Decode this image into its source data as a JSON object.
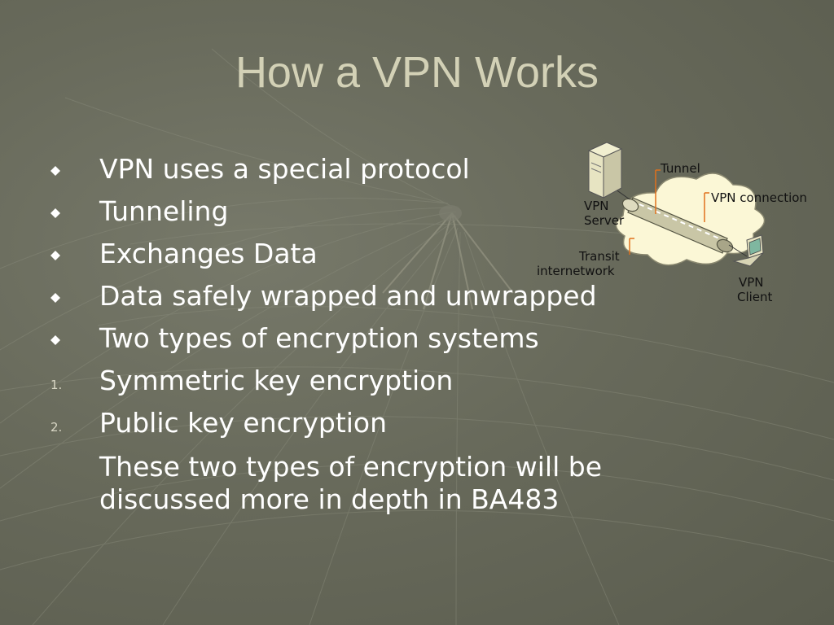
{
  "slide": {
    "title": "How a VPN Works"
  },
  "bullets": [
    {
      "marker": "diamond",
      "text": "VPN uses a special protocol"
    },
    {
      "marker": "diamond",
      "text": "Tunneling"
    },
    {
      "marker": "diamond",
      "text": "Exchanges Data"
    },
    {
      "marker": "diamond",
      "text": "Data safely wrapped and unwrapped"
    },
    {
      "marker": "diamond",
      "text": "Two types of encryption systems"
    },
    {
      "marker": "1.",
      "text": "Symmetric key encryption"
    },
    {
      "marker": "2.",
      "text": "Public key encryption"
    },
    {
      "marker": "",
      "text_line1": "These two types of encryption will be",
      "text_line2": "discussed more in depth in BA483"
    }
  ],
  "diagram": {
    "tunnel_label": "Tunnel",
    "vpn_connection_label": "VPN connection",
    "vpn_server_line1": "VPN",
    "vpn_server_line2": "Server",
    "transit_line1": "Transit",
    "transit_line2": "internetwork",
    "vpn_client_line1": "VPN",
    "vpn_client_line2": "Client"
  },
  "colors": {
    "background": "#686a5b",
    "title": "#d3d1b6",
    "text": "#ffffff",
    "cloud": "#fbf7d6",
    "tunnel": "#c9c6a6",
    "callout": "#e0701c"
  }
}
